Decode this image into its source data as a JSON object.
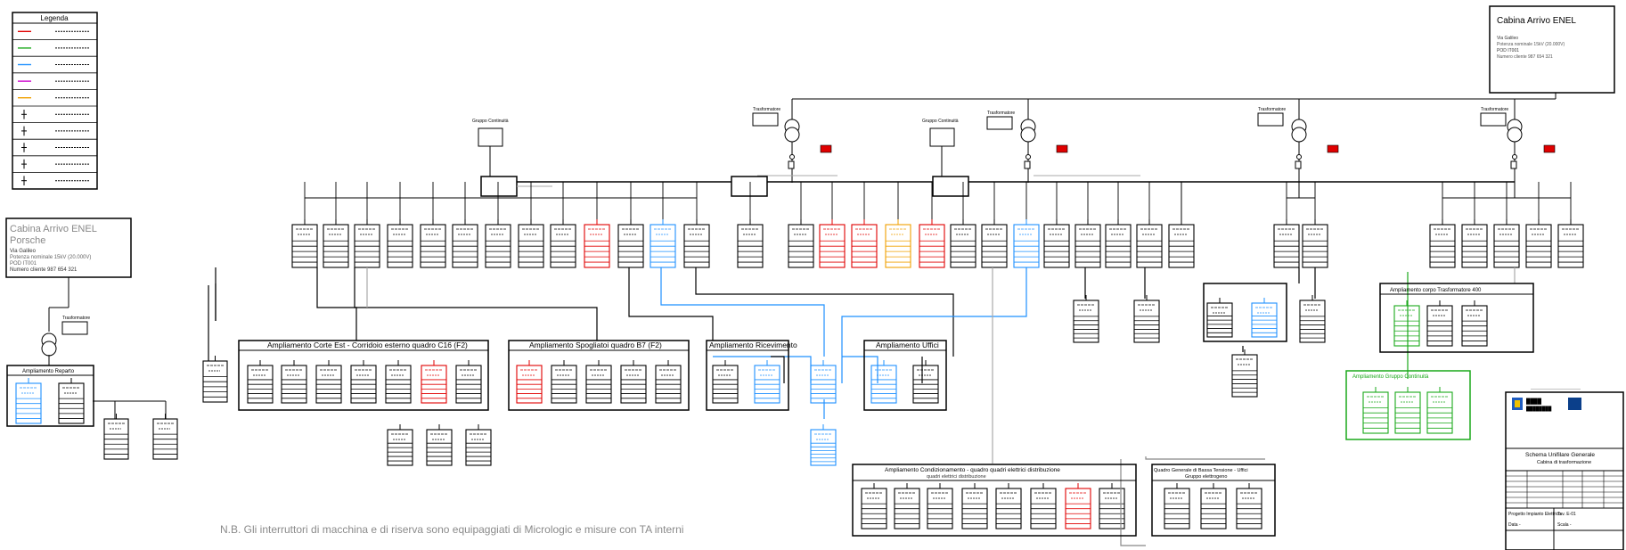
{
  "legend": {
    "title": "Legenda",
    "lines": [
      {
        "color": "#e00000"
      },
      {
        "color": "#1aa81a"
      },
      {
        "color": "#1e90ff"
      },
      {
        "color": "#cc00cc"
      },
      {
        "color": "#f0a000"
      }
    ]
  },
  "cabina_top": {
    "title": "Cabina Arrivo ENEL",
    "lines": [
      "Via Galileo",
      "Potenza nominale 15kV (20.000V)",
      "POD IT001",
      "Numero cliente 987 654 321"
    ]
  },
  "cabina_left": {
    "title": "Cabina Arrivo ENEL",
    "subtitle": "Porsche",
    "lines": [
      "Via Galileo",
      "Potenza nominale 15kV (20.000V)",
      "POD IT001",
      "Numero cliente 987 654 321"
    ]
  },
  "transformer_label": "Trasformatore",
  "ups_label": "Gruppo Continuità",
  "panels": {
    "ampl_sx": "Ampliamento Corte Est - Corridoio esterno quadro C16 (F2)",
    "ampl_sp": "Ampliamento Spogliatoi quadro B7 (F2)",
    "ampl_ricevimento": "Ampliamento Ricevimento",
    "ampl_uffici": "Ampliamento Uffici",
    "ampl_corpo_tr": "Ampliamento corpo Trasformatore 400",
    "ampl_continuita": "Ampliamento Gruppo Continuità",
    "ampl_left": "Ampliamento Reparto",
    "bottom_main": "Ampliamento Condizionamento - quadro quadri elettrici distribuzione",
    "bottom_main_sub": "quadri elettrici distribuzione",
    "bottom_right": "Quadro Generale di Bassa Tensione - Uffici",
    "bottom_right_sub": "Gruppo elettrogeno"
  },
  "note": "N.B.  Gli interruttori di macchina e di riserva sono equipaggiati di Micrologic e misure con TA interni",
  "title_block": {
    "heading": "Schema Unifilare Generale",
    "subheading": "Cabina di trasformazione",
    "drawing_no": "Tav. E-01",
    "scale": "Scala -",
    "date": "Data -",
    "project": "Progetto Impianto Elettrico"
  },
  "colors": {
    "red": "#e00000",
    "green": "#1aa81a",
    "blue": "#1e90ff",
    "magenta": "#cc00cc",
    "orange": "#f0a000",
    "gray": "#9a9a9a"
  }
}
